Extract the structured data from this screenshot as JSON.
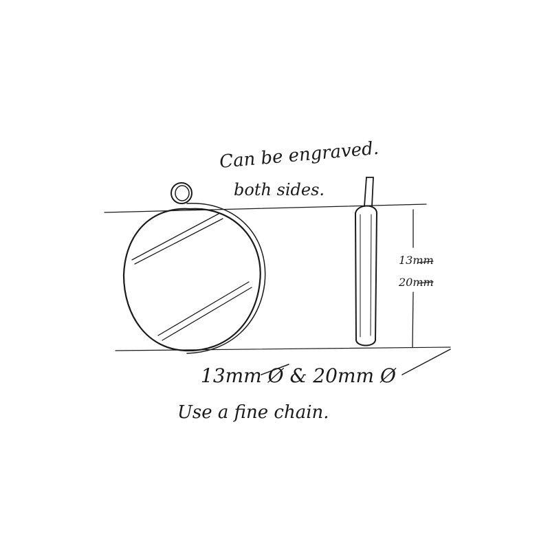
{
  "sketch": {
    "note_engrave_line1": "Can be engraved.",
    "note_engrave_line2": "both sides.",
    "height_label_1": "13mm",
    "height_label_2": "20mm",
    "size_note": "13mm Ø & 20mm Ø",
    "chain_note": "Use a fine chain.",
    "ink_color": "#1a1a1a"
  }
}
